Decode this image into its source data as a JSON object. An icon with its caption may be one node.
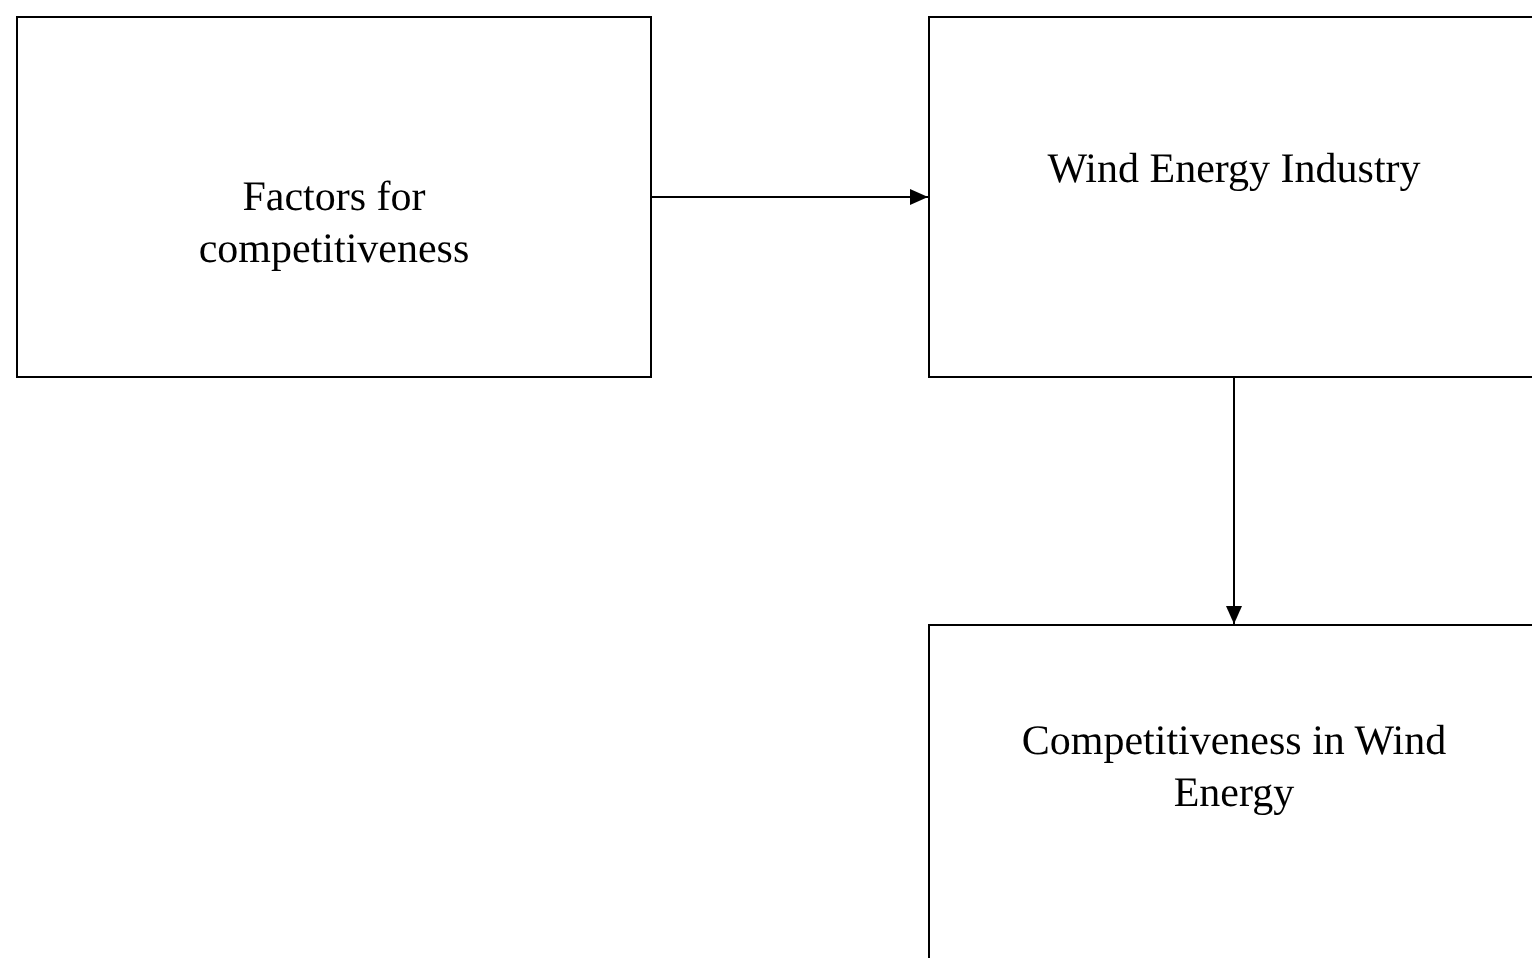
{
  "diagram": {
    "nodes": [
      {
        "text": [
          "Factors for competitiveness"
        ]
      },
      {
        "text": [
          "Wind Energy Industry"
        ]
      },
      {
        "text": [
          "Competitiveness in Wind Energy"
        ]
      }
    ],
    "edges": [
      {
        "from": 0,
        "to": 1,
        "arrow": "to"
      },
      {
        "from": 1,
        "to": 2,
        "arrow": "to"
      }
    ]
  }
}
